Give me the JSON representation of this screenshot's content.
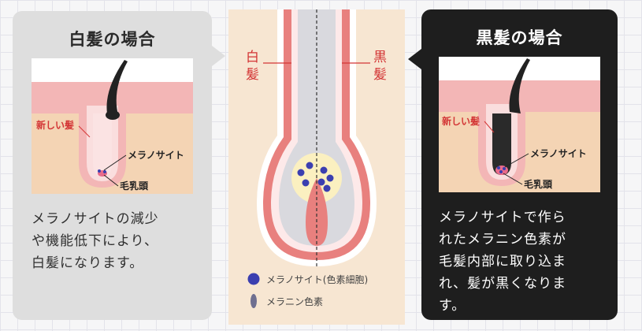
{
  "white_panel": {
    "title": "白髪の場合",
    "label_new_hair": "新しい髪",
    "label_melanocyte": "メラノサイト",
    "label_papilla": "毛乳頭",
    "description": "メラノサイトの減少\nや機能低下により、\n白髪になります。"
  },
  "black_panel": {
    "title": "黒髪の場合",
    "label_new_hair": "新しい髪",
    "label_melanocyte": "メラノサイト",
    "label_papilla": "毛乳頭",
    "description": "メラノサイトで作ら\nれたメラニン色素が\n毛髪内部に取り込ま\nれ、髪が黒くなりま\nす。"
  },
  "center": {
    "label_white": "白\n髪",
    "label_white_1": "白",
    "label_white_2": "髪",
    "label_black_1": "黒",
    "label_black_2": "髪",
    "legend_melanocyte": "メラノサイト(色素細胞)",
    "legend_melanin": "メラニン色素"
  },
  "colors": {
    "panel_light": "#dedede",
    "panel_dark": "#1e1e1e",
    "skin": "#f4d4b4",
    "skin_pink": "#f3b6b6",
    "hair_outline": "#e88a8a",
    "red_label": "#d33535",
    "melanocyte": "#3b3fb0"
  }
}
